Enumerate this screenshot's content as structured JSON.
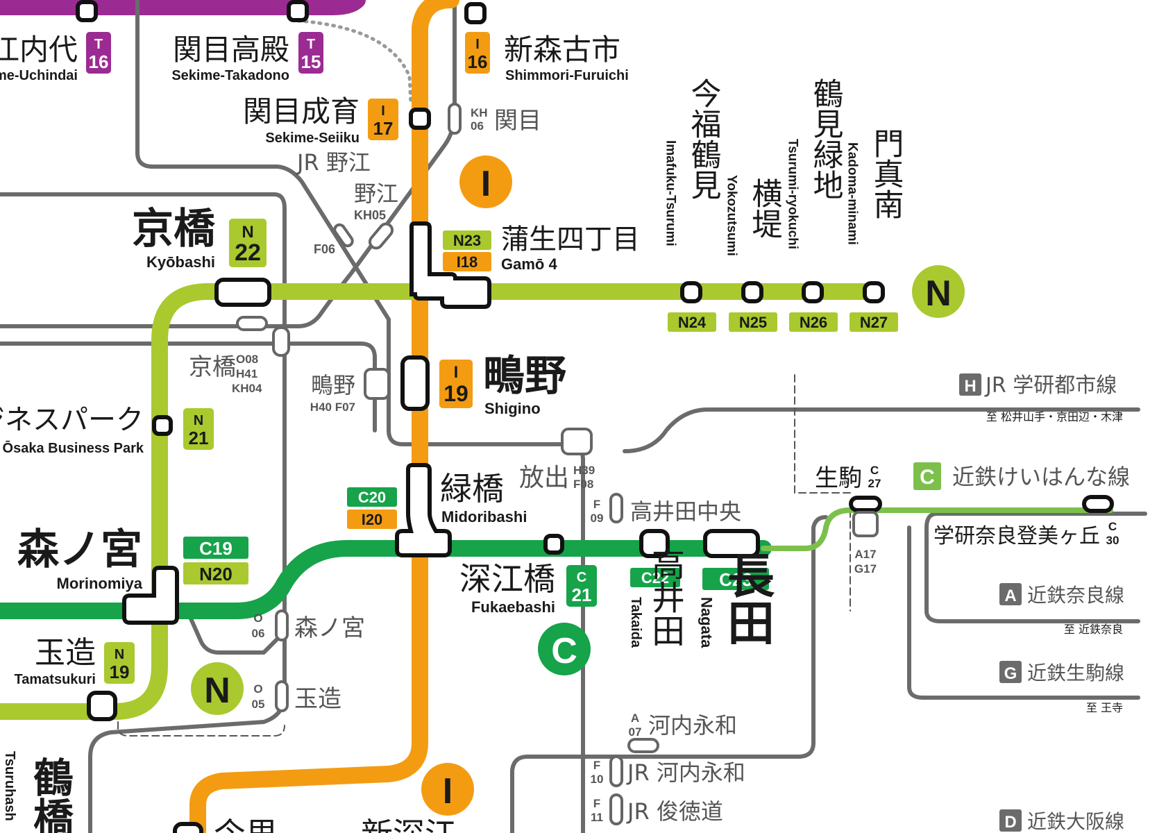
{
  "colors": {
    "tanimachi": "#9b2b93",
    "imazatosuji": "#f39c12",
    "nagahori": "#a9c92f",
    "chuo": "#16a34a",
    "keihanna": "#7cc04b",
    "jr_gray": "#6b6b6b",
    "kintetsu_badge": "#6b6b6b"
  },
  "line_marks": {
    "imazatosuji": "I",
    "nagahori": "N",
    "chuo": "C"
  },
  "stations": {
    "uchindai": {
      "ja": "江内代",
      "en": "Sekime-Uchindai",
      "code": [
        "T",
        "16"
      ]
    },
    "takadono": {
      "ja": "関目高殿",
      "en": "Sekime-Takadono",
      "code": [
        "T",
        "15"
      ]
    },
    "shimmori": {
      "ja": "新森古市",
      "en": "Shimmori-Furuichi",
      "code": [
        "I",
        "16"
      ]
    },
    "seiiku": {
      "ja": "関目成育",
      "en": "Sekime-Seiiku",
      "code": [
        "I",
        "17"
      ]
    },
    "sekime_keihan": {
      "ja": "関目",
      "code": [
        "KH",
        "06"
      ]
    },
    "jr_noe": {
      "ja": "JR 野江"
    },
    "noe": {
      "ja": "野江",
      "code": "KH05"
    },
    "f06": {
      "code": "F06"
    },
    "kyobashi": {
      "ja": "京橋",
      "en": "Kyōbashi",
      "code": [
        "N",
        "22"
      ]
    },
    "gamo": {
      "ja": "蒲生四丁目",
      "en": "Gamō 4",
      "codes": [
        "N23",
        "I18"
      ]
    },
    "imafuku": {
      "ja": "今福鶴見",
      "en": "Imafuku-Tsurumi",
      "code": "N24"
    },
    "yokozutsumi": {
      "ja": "横堤",
      "en": "Yokozutsumi",
      "code": "N25"
    },
    "tsurumiryokuchi": {
      "ja": "鶴見緑地",
      "en": "Tsurumi-ryokuchi",
      "code": "N26"
    },
    "kadomaminami": {
      "ja": "門真南",
      "en": "Kadoma-minami",
      "code": "N27"
    },
    "kyobashi_jr": {
      "ja": "京橋",
      "codes": [
        "O08",
        "H41",
        "KH04"
      ]
    },
    "shigino": {
      "ja": "鴫野",
      "en": "Shigino",
      "code": [
        "I",
        "19"
      ]
    },
    "shigino_jr": {
      "ja": "鴫野",
      "codes": "H40 F07"
    },
    "obp": {
      "ja": "阪ビジネスパーク",
      "en": "Ōsaka Business Park",
      "code": [
        "N",
        "21"
      ]
    },
    "hanaten": {
      "ja": "放出",
      "codes": [
        "H39",
        "F08"
      ]
    },
    "midoribashi": {
      "ja": "緑橋",
      "en": "Midoribashi",
      "codes": [
        "C20",
        "I20"
      ]
    },
    "takaidachuo": {
      "ja": "高井田中央",
      "code": [
        "F",
        "09"
      ]
    },
    "morinomiya": {
      "ja": "森ノ宮",
      "en": "Morinomiya",
      "codes": [
        "C19",
        "N20"
      ]
    },
    "fukaebashi": {
      "ja": "深江橋",
      "en": "Fukaebashi",
      "code": [
        "C",
        "21"
      ]
    },
    "takaida": {
      "ja": "高井田",
      "en": "Takaida",
      "code": "C22"
    },
    "nagata": {
      "ja": "長田",
      "en": "Nagata",
      "code": "C23"
    },
    "morinomiya_jr": {
      "ja": "森ノ宮",
      "code": [
        "O",
        "06"
      ]
    },
    "tamatsukuri": {
      "ja": "玉造",
      "en": "Tamatsukuri",
      "code": [
        "N",
        "19"
      ]
    },
    "tamatsukuri_jr": {
      "ja": "玉造",
      "code": [
        "O",
        "05"
      ]
    },
    "ikoma": {
      "ja": "生駒",
      "code": [
        "C",
        "27"
      ]
    },
    "gakkennara": {
      "ja": "学研奈良登美ヶ丘",
      "code": [
        "C",
        "30"
      ]
    },
    "a17g17": {
      "codes": [
        "A17",
        "G17"
      ]
    },
    "kawachieiwa": {
      "ja": "河内永和",
      "code": [
        "A",
        "07"
      ]
    },
    "jr_kawachieiwa": {
      "ja": "JR 河内永和",
      "code": [
        "F",
        "10"
      ]
    },
    "jr_shuntokumichi": {
      "ja": "JR 俊徳道",
      "code": [
        "F",
        "11"
      ]
    },
    "tsuruhashi": {
      "ja": "鶴橋",
      "en": "Tsuruhash"
    },
    "imazato": {
      "ja": "今里"
    },
    "shinfukae": {
      "ja": "新深江"
    }
  },
  "connecting_lines": {
    "jr_gakkentoshi": {
      "badge": "H",
      "label": "JR 学研都市線",
      "dest": "至 松井山手・京田辺・木津"
    },
    "keihanna": {
      "badge": "C",
      "label": "近鉄けいはんな線"
    },
    "nara": {
      "badge": "A",
      "label": "近鉄奈良線",
      "dest": "至 近鉄奈良"
    },
    "ikoma": {
      "badge": "G",
      "label": "近鉄生駒線",
      "dest": "至 王寺"
    },
    "osaka": {
      "badge": "D",
      "label": "近鉄大阪線"
    }
  },
  "icons": {
    "line_symbol": "round-line-mark-icon",
    "station": "station-marker-icon"
  }
}
